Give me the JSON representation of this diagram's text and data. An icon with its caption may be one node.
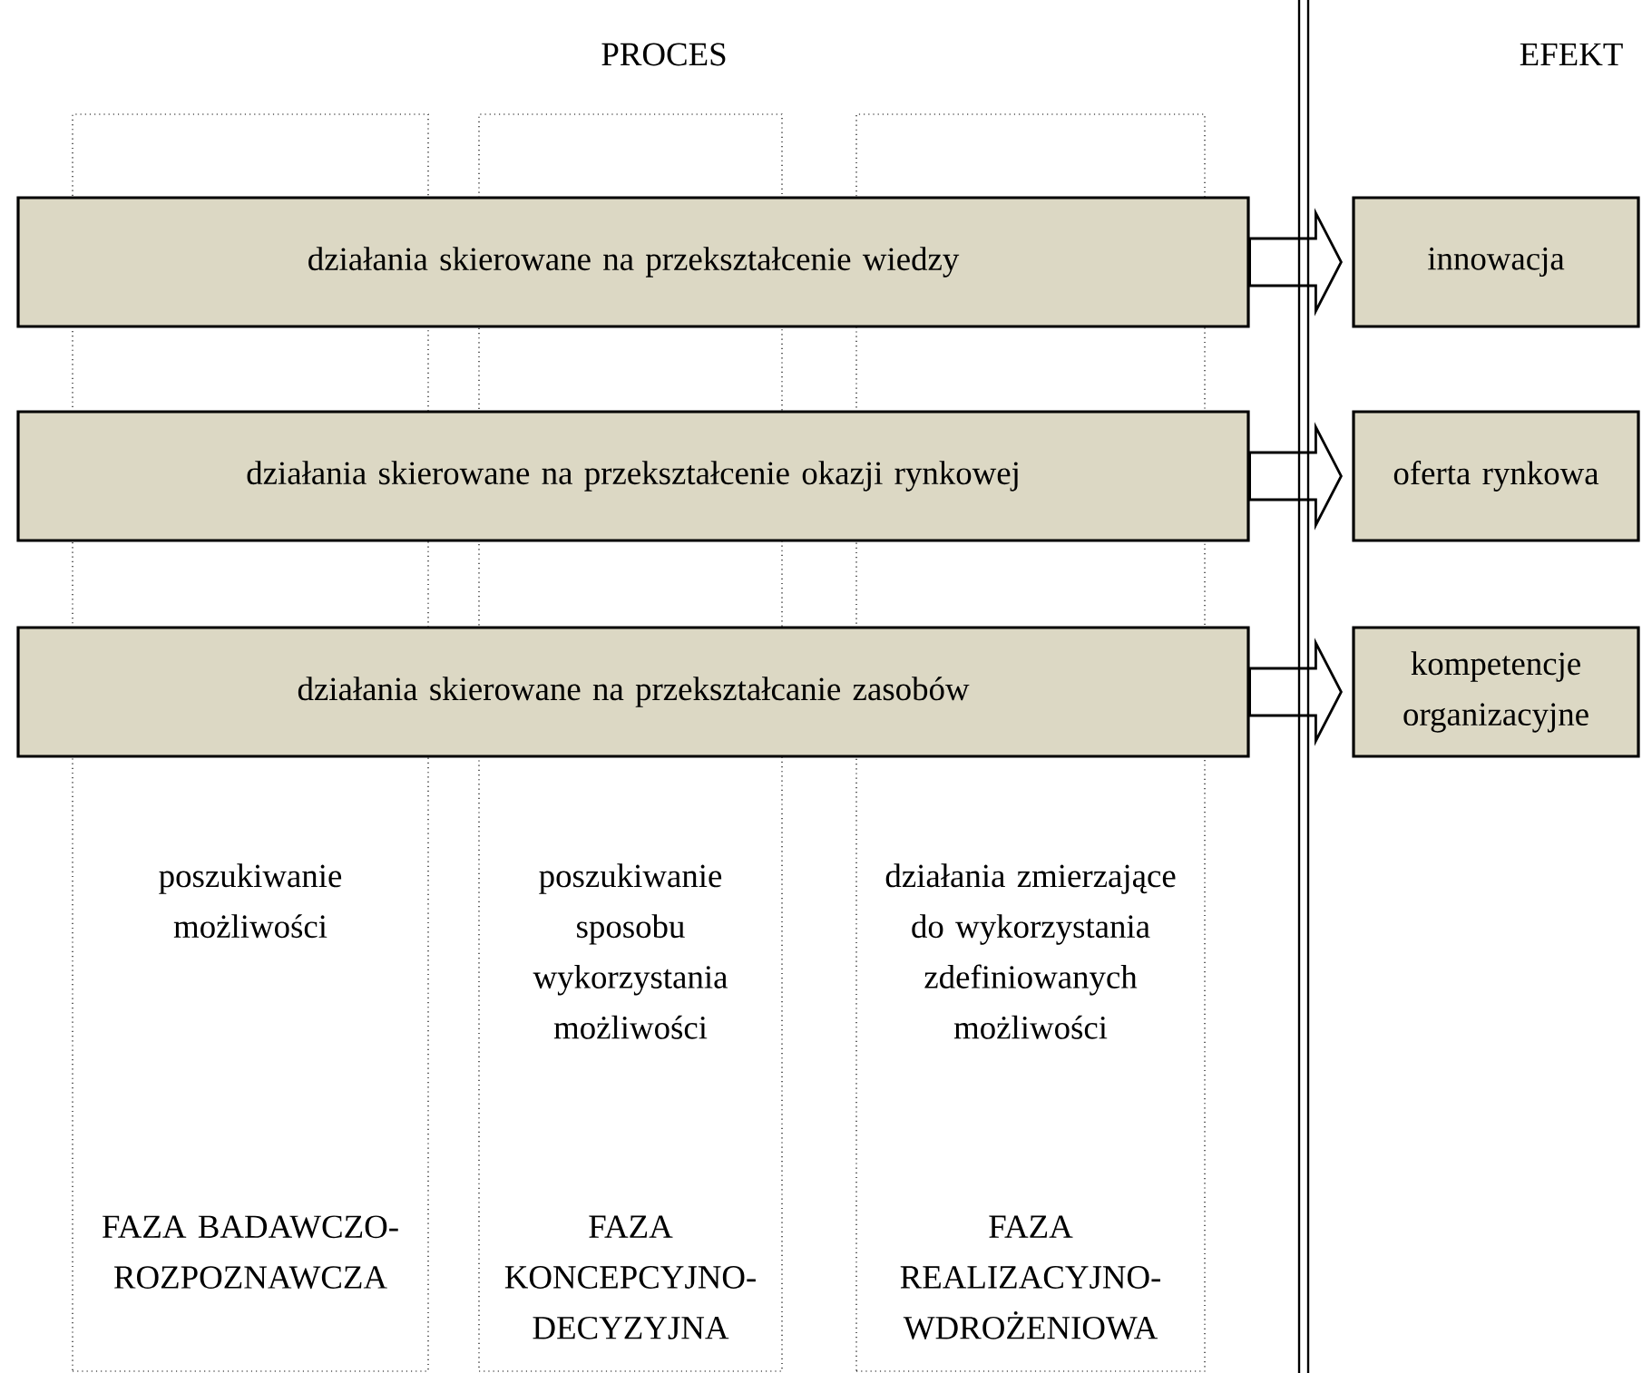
{
  "diagram": {
    "nodes": [
      {
        "text": [
          "działania skierowane na przekształcenie wiedzy"
        ]
      },
      {
        "text": [
          "innowacja"
        ]
      },
      {
        "text": [
          "działania skierowane na przekształcenie okazji rynkowej"
        ]
      },
      {
        "text": [
          "oferta rynkowa"
        ]
      },
      {
        "text": [
          "działania skierowane na przekształcanie zasobów"
        ]
      },
      {
        "text": [
          "kompetencje organizacyjne"
        ]
      },
      {
        "text": [
          "poszukiwanie możliwości",
          "FAZA BADAWCZO-ROZPOZNAWCZA"
        ]
      },
      {
        "text": [
          "poszukiwanie sposobu wykorzystania możliwości",
          "FAZA KONCEPCYJNO-DECYZYJNA"
        ]
      },
      {
        "text": [
          "działania zmierzające do wykorzystania zdefiniowanych możliwości",
          "FAZA REALIZACYJNO-WDROŻENIOWA"
        ]
      }
    ],
    "edges": [
      {
        "from": 0,
        "to": 1,
        "arrow": "to"
      },
      {
        "from": 2,
        "to": 3,
        "arrow": "to"
      },
      {
        "from": 4,
        "to": 5,
        "arrow": "to"
      }
    ],
    "labels": [
      "PROCES",
      "EFEKT"
    ]
  }
}
